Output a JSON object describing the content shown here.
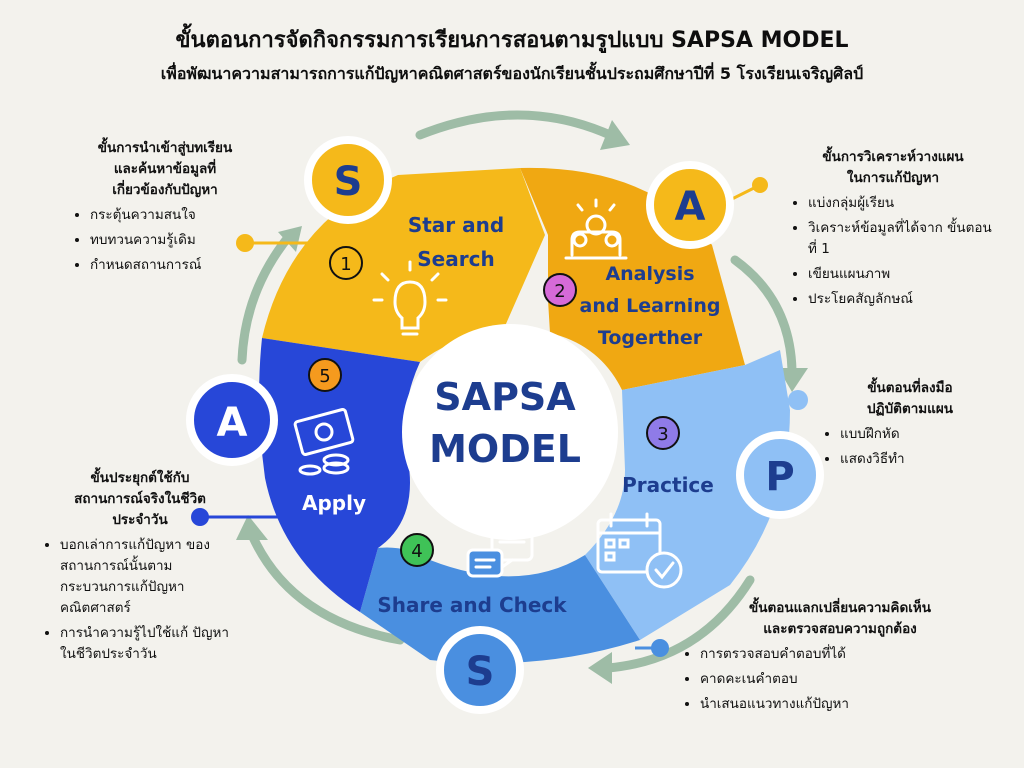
{
  "title": "ขั้นตอนการจัดกิจกรรมการเรียนการสอนตามรูปแบบ SAPSA MODEL",
  "subtitle": "เพื่อพัฒนาความสามารถการแก้ปัญหาคณิตศาสตร์ของนักเรียนชั้นประถมศึกษาปีที่ 5 โรงเรียนเจริญศิลป์",
  "center": {
    "line1": "SAPSA",
    "line2": "MODEL"
  },
  "colors": {
    "yellow": "#f5b91a",
    "yellow_dark": "#f0a812",
    "light_blue": "#8fc0f5",
    "mid_blue": "#4a8fe0",
    "royal_blue": "#2747d8",
    "arrow_green": "#9ebca6",
    "navy_text": "#1d3d8f"
  },
  "steps": [
    {
      "letter": "S",
      "number": "1",
      "label_lines": [
        "Star and",
        "Search"
      ],
      "icon": "lightbulb-icon",
      "heading_lines": [
        "ขั้นการนำเข้าสู่บทเรียน",
        "และค้นหาข้อมูลที่",
        "เกี่ยวข้องกับปัญหา"
      ],
      "bullets": [
        "กระตุ้นความสนใจ",
        "ทบทวนความรู้เดิม",
        "กำหนดสถานการณ์"
      ]
    },
    {
      "letter": "A",
      "number": "2",
      "label_lines": [
        "Analysis",
        "and Learning",
        "Togerther"
      ],
      "icon": "group-idea-icon",
      "heading_lines": [
        "ขั้นการวิเคราะห์วางแผน",
        "ในการแก้ปัญหา"
      ],
      "bullets": [
        "แบ่งกลุ่มผู้เรียน",
        "วิเคราะห์ข้อมูลที่ได้จาก ขั้นตอนที่ 1",
        "เขียนแผนภาพ",
        "ประโยคสัญลักษณ์"
      ]
    },
    {
      "letter": "P",
      "number": "3",
      "label_lines": [
        "Practice"
      ],
      "icon": "calendar-check-icon",
      "heading_lines": [
        "ขั้นตอนที่ลงมือ",
        "ปฏิบัติตามแผน"
      ],
      "bullets": [
        "แบบฝึกหัด",
        "แสดงวิธีทำ"
      ]
    },
    {
      "letter": "S",
      "number": "4",
      "label_lines": [
        "Share and Check"
      ],
      "icon": "chat-bubbles-icon",
      "heading_lines": [
        "ขั้นตอนแลกเปลี่ยนความคิดเห็น",
        "และตรวจสอบความถูกต้อง"
      ],
      "bullets": [
        "การตรวจสอบคำตอบที่ได้",
        "คาดคะเนคำตอบ",
        "นำเสนอแนวทางแก้ปัญหา"
      ]
    },
    {
      "letter": "A",
      "number": "5",
      "label_lines": [
        "Apply"
      ],
      "icon": "money-coins-icon",
      "heading_lines": [
        "ขั้นประยุกต์ใช้กับ",
        "สถานการณ์จริงในชีวิต",
        "ประจำวัน"
      ],
      "bullets": [
        "บอกเล่าการแก้ปัญหา ของสถานการณ์นั้นตาม กระบวนการแก้ปัญหา คณิตศาสตร์",
        "การนำความรู้ไปใช้แก้ ปัญหาในชีวิตประจำวัน"
      ]
    }
  ]
}
